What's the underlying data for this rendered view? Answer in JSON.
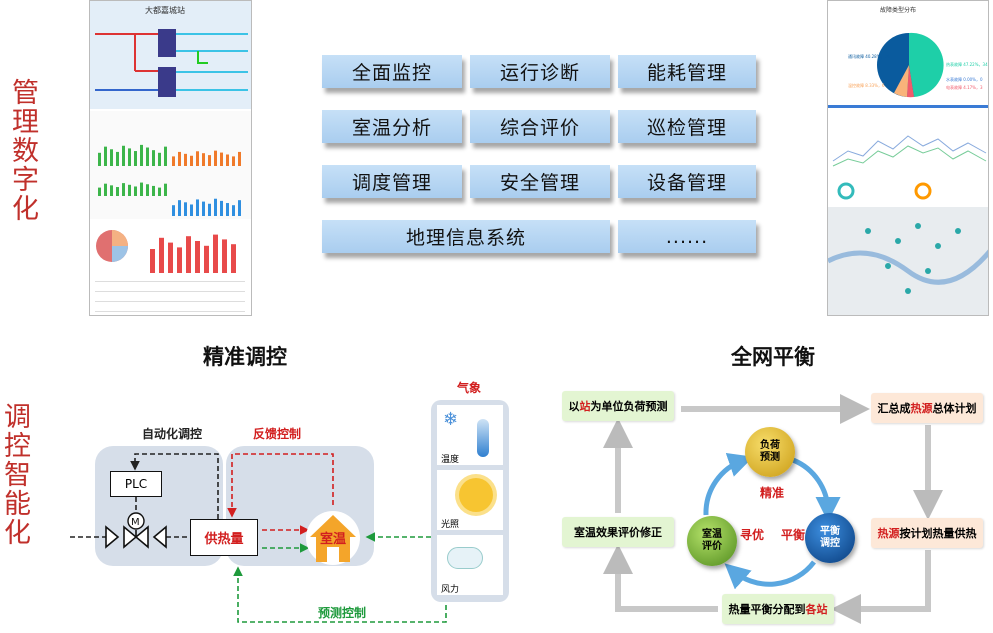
{
  "section_top": {
    "side_label": "管理数字化",
    "thumb_left": {
      "station_title": "大都嘉城站"
    },
    "thumb_right": {
      "pie_title": "故障类型分布",
      "pie_labels": [
        "通讯故障 40.28%，29",
        "热表故障 47.22%，34",
        "水表故障 0.00%，0",
        "电表故障 4.17%，3",
        "温控故障 8.33%，6"
      ]
    },
    "buttons": [
      "全面监控",
      "运行诊断",
      "能耗管理",
      "室温分析",
      "综合评价",
      "巡检管理",
      "调度管理",
      "安全管理",
      "设备管理",
      "地理信息系统",
      "......"
    ]
  },
  "section_bottom": {
    "side_label": "调控智能化",
    "precise": {
      "title": "精准调控",
      "auto_label": "自动化调控",
      "feedback_label": "反馈控制",
      "plc": "PLC",
      "motor": "M",
      "heat_supply": "供热量",
      "room_temp": "室温",
      "weather_title": "气象",
      "weather": [
        "温度",
        "光照",
        "风力"
      ],
      "predict_label": "预测控制"
    },
    "balance": {
      "title": "全网平衡",
      "boxes": {
        "b1": [
          "以",
          "站",
          "为单位负荷预测"
        ],
        "b2": [
          "汇总成",
          "热源",
          "总体计划"
        ],
        "b3": [
          "热源",
          "按计划热量供热"
        ],
        "b4": [
          "热量平衡分配到",
          "各站"
        ],
        "b5": "室温效果评价修正"
      },
      "circles": {
        "load": [
          "负荷",
          "预测"
        ],
        "balance": [
          "平衡",
          "调控"
        ],
        "room": [
          "室温",
          "评价"
        ]
      },
      "cycle_labels": [
        "精准",
        "寻优",
        "平衡"
      ]
    }
  },
  "colors": {
    "accent_red": "#c0302b",
    "button_blue": "#b5d5f2",
    "gray_box": "#d6dee9"
  }
}
